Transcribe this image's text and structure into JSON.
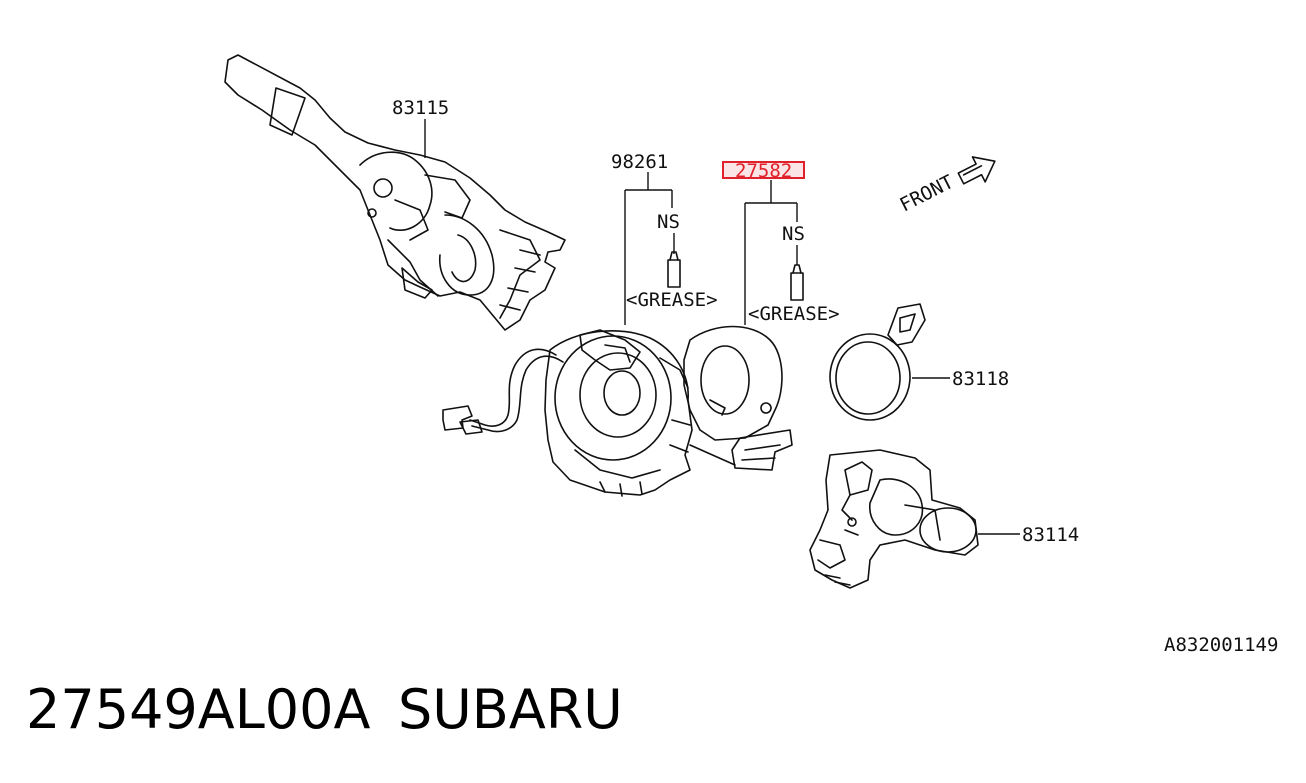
{
  "diagram": {
    "callouts": {
      "wiper_switch": "83115",
      "grease_part_left": "98261",
      "roll_connector_highlighted": "27582",
      "ns_left": "NS",
      "ns_right": "NS",
      "grease_left": "<GREASE>",
      "grease_right": "<GREASE>",
      "band": "83118",
      "light_switch": "83114"
    },
    "direction_label": "FRONT",
    "highlight_color": "#e0202a",
    "diagram_code": "A832001149"
  },
  "footer": {
    "part_number": "27549AL00A",
    "brand": "SUBARU"
  }
}
